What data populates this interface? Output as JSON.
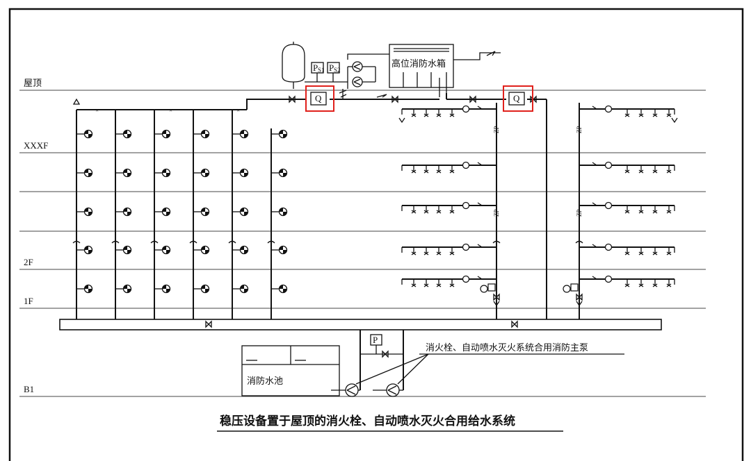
{
  "floors": {
    "roof": "屋顶",
    "xxxf": "XXXF",
    "f2": "2F",
    "f1": "1F",
    "b1": "B1"
  },
  "equipment": {
    "high_tank": "高位消防水箱",
    "pool": "消防水池",
    "flow_switch": "Q",
    "pressure_switch_1": "P",
    "pressure_switch_1_sub": "S1",
    "pressure_switch_2": "P",
    "pressure_switch_2_sub": "S2",
    "main_pressure_switch": "P",
    "riser_tag": "ZP"
  },
  "annotations": {
    "main_pump": "消火栓、自动喷水灭火系统合用消防主泵"
  },
  "title": "稳压设备置于屋顶的消火栓、自动喷水灭火合用给水系统",
  "colors": {
    "line": "#111111",
    "highlight": "#e0201b",
    "background": "#ffffff"
  }
}
